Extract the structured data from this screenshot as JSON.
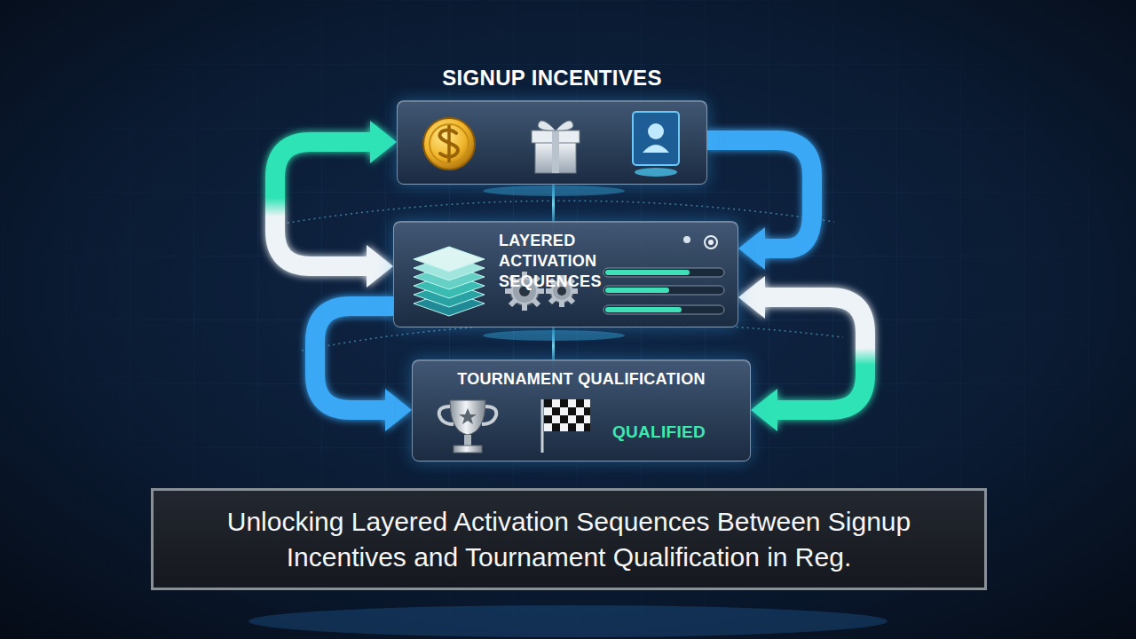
{
  "diagram": {
    "caption": "Unlocking Layered Activation Sequences Between Signup Incentives and Tournament Qualification in Reg.",
    "nodes": [
      {
        "text": [
          "SIGNUP INCENTIVES"
        ]
      },
      {
        "text": [
          "LAYERED ACTIVATION SEQUENCES"
        ]
      },
      {
        "text": [
          "TOURNAMENT QUALIFICATION",
          "QUALIFIED"
        ]
      }
    ],
    "edges": [
      {
        "from": 1,
        "to": 0,
        "arrow": "both"
      },
      {
        "from": 0,
        "to": 1,
        "arrow": "to"
      },
      {
        "from": 1,
        "to": 2,
        "arrow": "both"
      },
      {
        "from": 1,
        "to": 2,
        "arrow": "to"
      }
    ]
  }
}
